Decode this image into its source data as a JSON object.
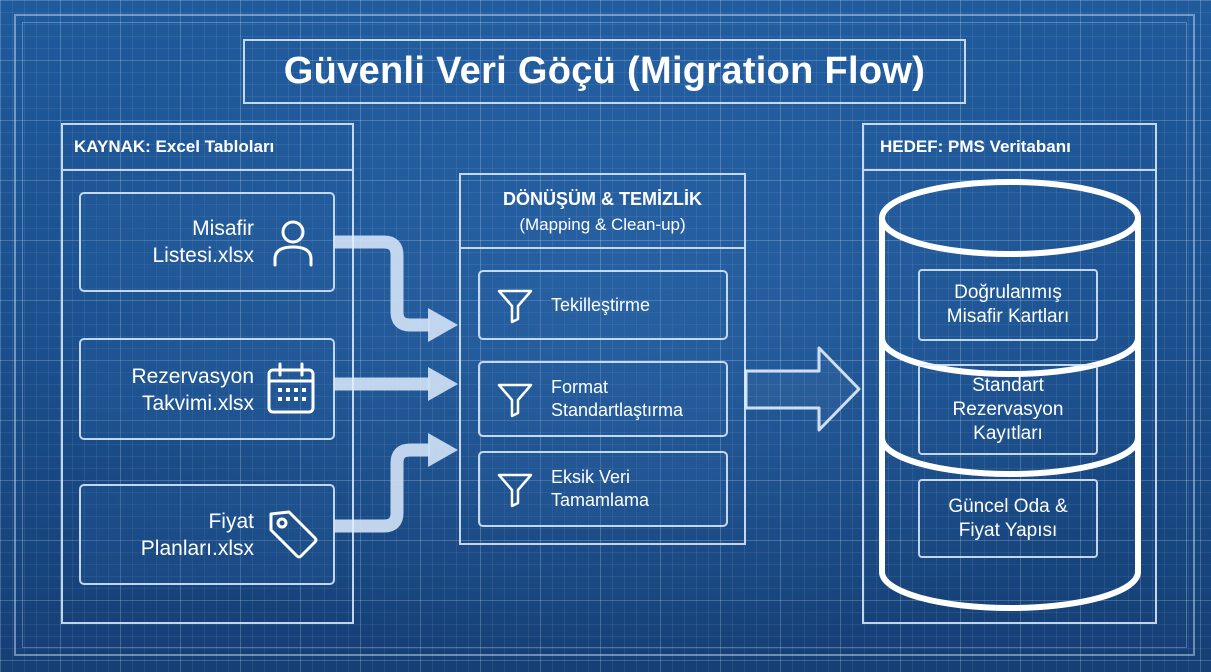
{
  "title": "Güvenli Veri Göçü (Migration Flow)",
  "source": {
    "heading": "KAYNAK: Excel Tabloları",
    "files": [
      {
        "line1": "Misafir",
        "line2": "Listesi.xlsx",
        "icon": "user-icon"
      },
      {
        "line1": "Rezervasyon",
        "line2": "Takvimi.xlsx",
        "icon": "calendar-icon"
      },
      {
        "line1": "Fiyat",
        "line2": "Planları.xlsx",
        "icon": "price-tag-icon"
      }
    ]
  },
  "transform": {
    "heading": "DÖNÜŞÜM & TEMİZLİK",
    "subheading": "(Mapping & Clean-up)",
    "steps": [
      {
        "line1": "Tekilleştirme",
        "line2": "",
        "icon": "filter-icon"
      },
      {
        "line1": "Format",
        "line2": "Standartlaştırma",
        "icon": "filter-icon"
      },
      {
        "line1": "Eksik Veri",
        "line2": "Tamamlama",
        "icon": "filter-icon"
      }
    ]
  },
  "target": {
    "heading": "HEDEF: PMS Veritabanı",
    "icon": "database-icon",
    "records": [
      {
        "line1": "Doğrulanmış",
        "line2": "Misafir Kartları",
        "line3": ""
      },
      {
        "line1": "Standart",
        "line2": "Rezervasyon",
        "line3": "Kayıtları"
      },
      {
        "line1": "Güncel Oda &",
        "line2": "Fiyat Yapısı",
        "line3": ""
      }
    ]
  },
  "colors": {
    "background": "#1a4f8d",
    "line": "#e1eeff",
    "arrow": "#cfe0f5"
  }
}
